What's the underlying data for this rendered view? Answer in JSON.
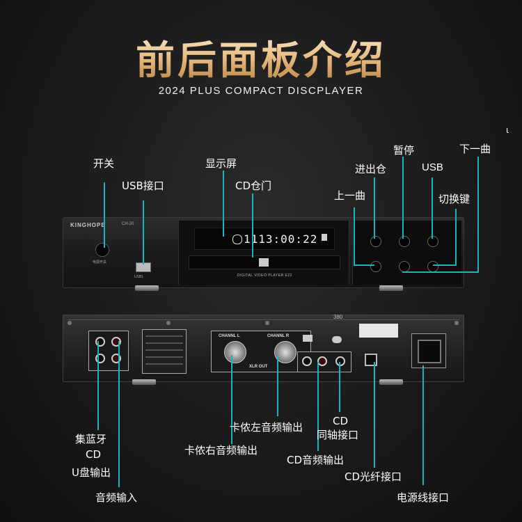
{
  "header": {
    "title": "前后面板介绍",
    "subtitle": "2024 PLUS COMPACT DISCPLAYER"
  },
  "front_panel": {
    "brand": "KINGHOPE",
    "model": "CH-20",
    "power_caption": "电源开关",
    "usb_caption": "USB1",
    "display_readout": "1113:00:22",
    "tray_caption": "DIGITAL VIDEO PLAYER E22"
  },
  "rear_panel": {
    "rear_marker": "380",
    "xlr_left": "CHANNL L",
    "xlr_right": "CHANNL R",
    "xlr_caption": "XLR OUT"
  },
  "callouts": {
    "power": "开关",
    "usb": "USB接口",
    "display": "显示屏",
    "cd_tray": "CD仓门",
    "prev": "上一曲",
    "eject": "进出仓",
    "pause": "暂停",
    "usb_btn": "USB",
    "next": "下一曲",
    "switch": "切换键",
    "bt_line1": "集蓝牙",
    "bt_line2": "CD",
    "bt_line3": "U盘输出",
    "audio_in": "音频输入",
    "xlr_right_out": "卡侬右音频输出",
    "xlr_left_out": "卡侬左音频输出",
    "cd_audio": "CD音频输出",
    "coax_line1": "CD",
    "coax_line2": "同轴接口",
    "optical": "CD光纤接口",
    "power_socket": "电源线接口"
  },
  "stray_mark": "ι",
  "colors": {
    "accent_line": "#1bb3c0",
    "title_gold": "#e9c58f",
    "background": "#161616"
  }
}
